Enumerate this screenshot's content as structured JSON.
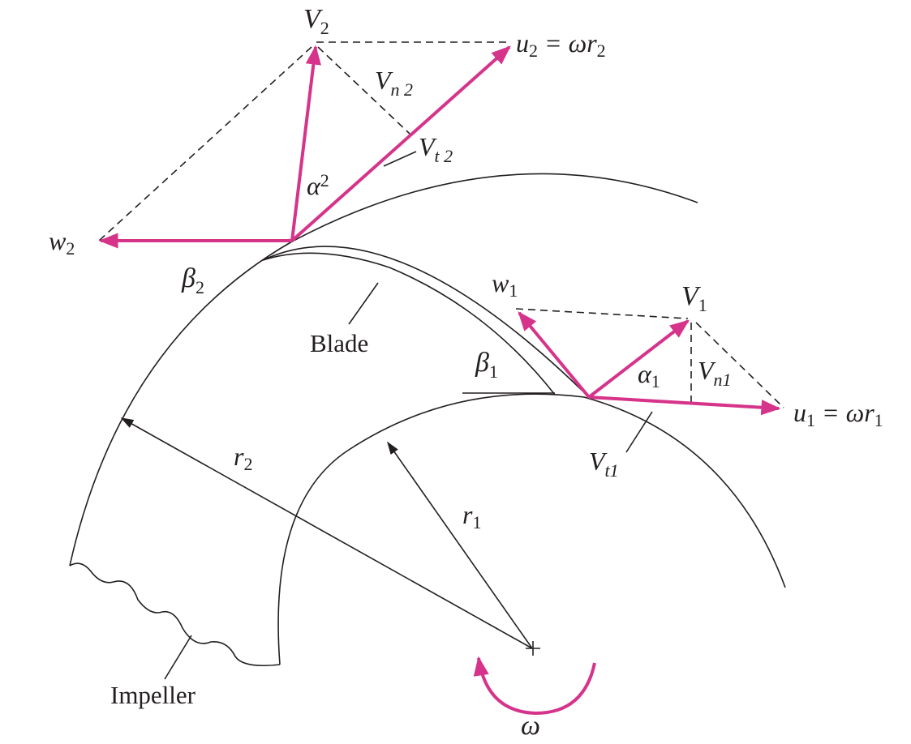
{
  "colors": {
    "velocity_vector": "#d6338a",
    "line": "#231f20",
    "background": "#ffffff"
  },
  "labels": {
    "V2": "V",
    "V2_sub": "2",
    "u2": "u",
    "u2_sub": "2",
    "u2_eq": " = ωr",
    "u2_eq_sub": "2",
    "Vn2": "V",
    "Vn2_sub": "n 2",
    "Vt2": "V",
    "Vt2_sub": "t 2",
    "alpha2": "α",
    "alpha2_sub": "2",
    "w2": "w",
    "w2_sub": "2",
    "beta2": "β",
    "beta2_sub": "2",
    "blade": "Blade",
    "w1": "w",
    "w1_sub": "1",
    "V1": "V",
    "V1_sub": "1",
    "beta1": "β",
    "beta1_sub": "1",
    "alpha1": "α",
    "alpha1_sub": "1",
    "Vn1": "V",
    "Vn1_sub": "n1",
    "u1": "u",
    "u1_sub": "1",
    "u1_eq": " = ωr",
    "u1_eq_sub": "1",
    "Vt1": "V",
    "Vt1_sub": "t1",
    "r2": "r",
    "r2_sub": "2",
    "r1": "r",
    "r1_sub": "1",
    "impeller": "Impeller",
    "omega": "ω"
  }
}
